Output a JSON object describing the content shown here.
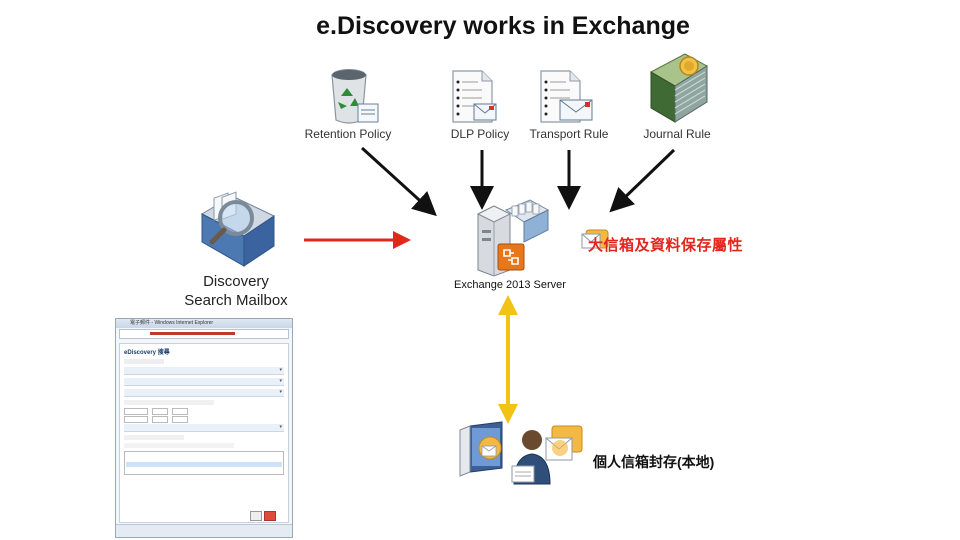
{
  "title": "e.Discovery works in Exchange",
  "policies": {
    "retention": "Retention Policy",
    "dlp": "DLP Policy",
    "transport": "Transport Rule",
    "journal": "Journal Rule"
  },
  "discovery_label_line1": "Discovery",
  "discovery_label_line2": "Search Mailbox",
  "server_label": "Exchange 2013  Server",
  "red_label": "大信箱及資料保存屬性",
  "archive_label": "個人信箱封存(本地)",
  "browser": {
    "title": "電子郵件 - Windows Internet Explorer",
    "panel_title": "eDiscovery 搜尋"
  },
  "colors": {
    "accent_red": "#e1261c",
    "accent_yellow": "#f2c314"
  }
}
